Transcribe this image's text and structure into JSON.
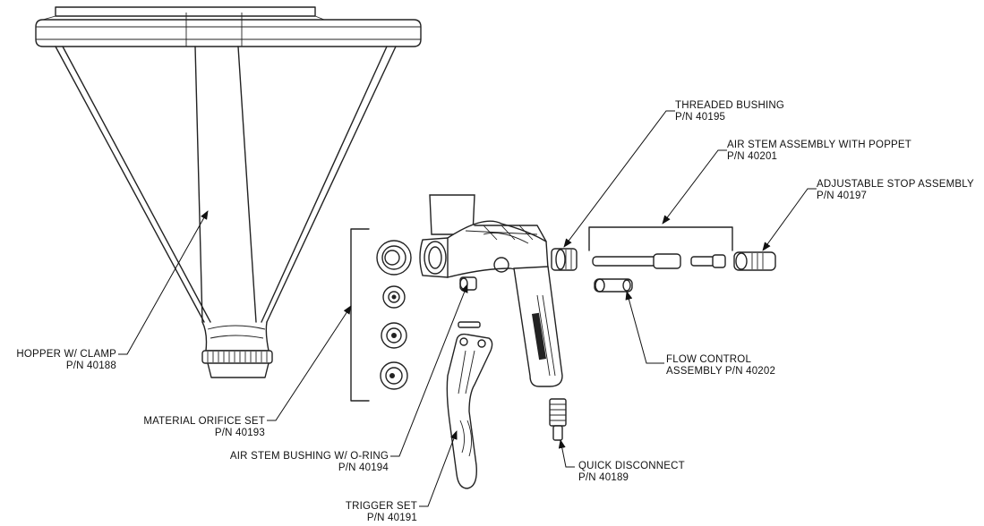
{
  "labels": {
    "hopper": {
      "name": "HOPPER W/ CLAMP",
      "pn": "P/N 40188"
    },
    "material_orifice": {
      "name": "MATERIAL ORIFICE SET",
      "pn": "P/N 40193"
    },
    "air_stem_bushing": {
      "name": "AIR STEM BUSHING W/ O-RING",
      "pn": "P/N 40194"
    },
    "trigger": {
      "name": "TRIGGER SET",
      "pn": "P/N 40191"
    },
    "quick_disconnect": {
      "name": "QUICK DISCONNECT",
      "pn": "P/N 40189"
    },
    "flow_control": {
      "name": "FLOW CONTROL",
      "pn": "ASSEMBLY P/N 40202"
    },
    "threaded_bushing": {
      "name": "THREADED BUSHING",
      "pn": "P/N 40195"
    },
    "air_stem": {
      "name": "AIR STEM ASSEMBLY WITH POPPET",
      "pn": "P/N 40201"
    },
    "adjustable_stop": {
      "name": "ADJUSTABLE STOP ASSEMBLY",
      "pn": "P/N 40197"
    }
  }
}
